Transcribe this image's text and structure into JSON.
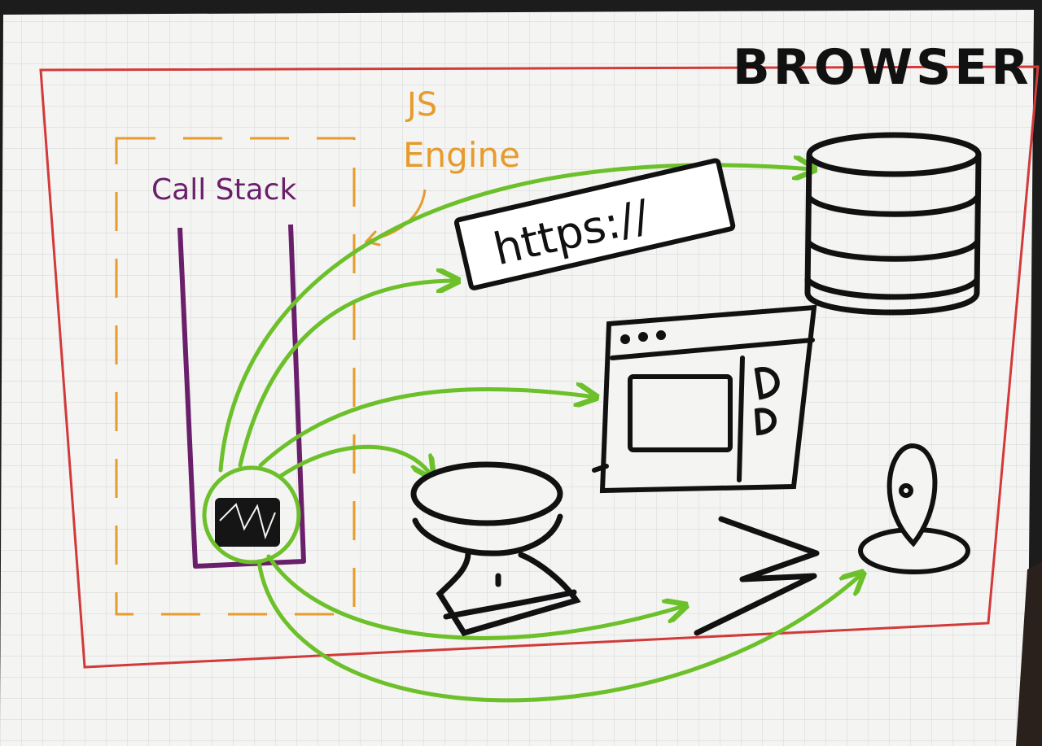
{
  "diagram": {
    "browser_label": "BROWSER",
    "engine_label_line1": "JS",
    "engine_label_line2": "Engine",
    "call_stack_label": "Call Stack",
    "url_bar_text": "https://"
  },
  "colors": {
    "background": "#f4f4f2",
    "grid": "#d9dbdc",
    "browser_frame": "#d23a3a",
    "engine_dashes": "#e69b2c",
    "call_stack": "#6a1f6a",
    "arrows": "#6cc02a",
    "ink": "#111111"
  },
  "icons": [
    "database-icon",
    "url-bar-icon",
    "microwave-icon",
    "timer-icon",
    "speaker-icon",
    "location-pin-icon"
  ]
}
